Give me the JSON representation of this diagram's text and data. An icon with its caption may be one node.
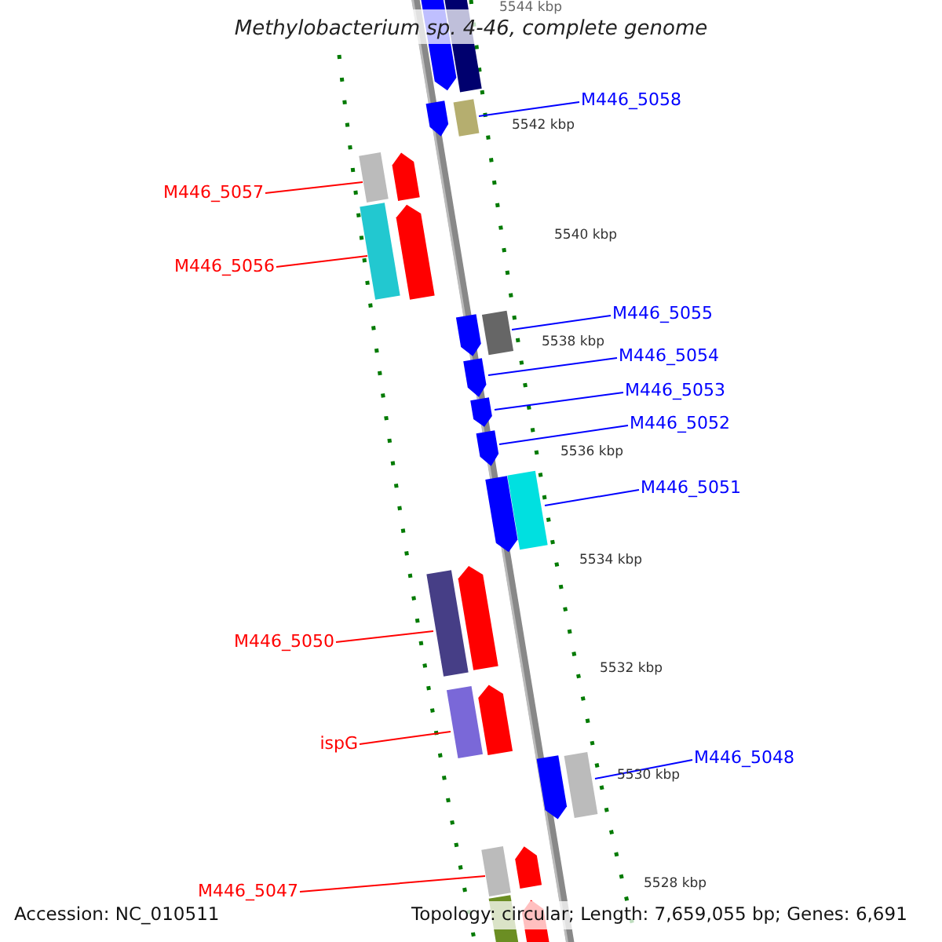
{
  "diagram": {
    "title": "Methylobacterium sp. 4-46, complete genome",
    "nodes": [
      {
        "text": [
          "M446_5058"
        ]
      },
      {
        "text": [],
        "shape": "bar"
      },
      {
        "text": [
          "M446_5057"
        ]
      },
      {
        "text": [],
        "shape": "bar"
      },
      {
        "text": [
          "M446_5056"
        ]
      },
      {
        "text": [],
        "shape": "bar"
      },
      {
        "text": [
          "M446_5055"
        ]
      },
      {
        "text": [],
        "shape": "bar"
      },
      {
        "text": [
          "M446_5054"
        ]
      },
      {
        "text": [],
        "shape": "bar"
      },
      {
        "text": [
          "M446_5053"
        ]
      },
      {
        "text": [],
        "shape": "bar"
      },
      {
        "text": [
          "M446_5052"
        ]
      },
      {
        "text": [],
        "shape": "bar"
      },
      {
        "text": [
          "M446_5051"
        ]
      },
      {
        "text": [],
        "shape": "bar"
      },
      {
        "text": [
          "M446_5050"
        ]
      },
      {
        "text": [],
        "shape": "bar"
      },
      {
        "text": [
          "ispG"
        ]
      },
      {
        "text": [],
        "shape": "bar"
      },
      {
        "text": [
          "M446_5048"
        ]
      },
      {
        "text": [],
        "shape": "bar"
      },
      {
        "text": [
          "M446_5047"
        ]
      },
      {
        "text": [],
        "shape": "bar"
      },
      {
        "text": [],
        "shape": "bar"
      },
      {
        "text": [],
        "shape": "bar"
      },
      {
        "text": [],
        "shape": "bar"
      },
      {
        "text": [],
        "shape": "bar"
      },
      {
        "text": [],
        "shape": "bar"
      },
      {
        "text": [],
        "shape": "bar"
      },
      {
        "text": [],
        "shape": "bar"
      },
      {
        "text": [],
        "shape": "bar"
      },
      {
        "text": [],
        "shape": "bar"
      },
      {
        "text": [],
        "shape": "bar"
      },
      {
        "text": [],
        "shape": "bar"
      },
      {
        "text": [],
        "shape": "bar"
      },
      {
        "text": [],
        "shape": "bar"
      }
    ],
    "edges": [
      {
        "from": 0,
        "to": 1,
        "arrow": "none"
      },
      {
        "from": 2,
        "to": 3,
        "arrow": "none",
        "color": "#ff0000"
      },
      {
        "from": 4,
        "to": 5,
        "arrow": "none",
        "color": "#ff0000"
      },
      {
        "from": 6,
        "to": 7,
        "arrow": "none"
      },
      {
        "from": 8,
        "to": 9,
        "arrow": "none"
      },
      {
        "from": 10,
        "to": 11,
        "arrow": "none"
      },
      {
        "from": 12,
        "to": 13,
        "arrow": "none"
      },
      {
        "from": 14,
        "to": 15,
        "arrow": "none"
      },
      {
        "from": 16,
        "to": 17,
        "arrow": "none",
        "color": "#ff0000"
      },
      {
        "from": 18,
        "to": 19,
        "arrow": "none",
        "color": "#ff0000"
      },
      {
        "from": 20,
        "to": 21,
        "arrow": "none"
      },
      {
        "from": 22,
        "to": 23,
        "arrow": "none",
        "color": "#ff0000"
      }
    ],
    "labels": [
      "5544 kbp",
      "5542 kbp",
      "5540 kbp",
      "5538 kbp",
      "5536 kbp",
      "5534 kbp",
      "5532 kbp",
      "5530 kbp",
      "5528 kbp",
      "Accession: NC_010511",
      "Topology: circular; Length: 7,659,055 bp; Genes: 6,691"
    ]
  }
}
